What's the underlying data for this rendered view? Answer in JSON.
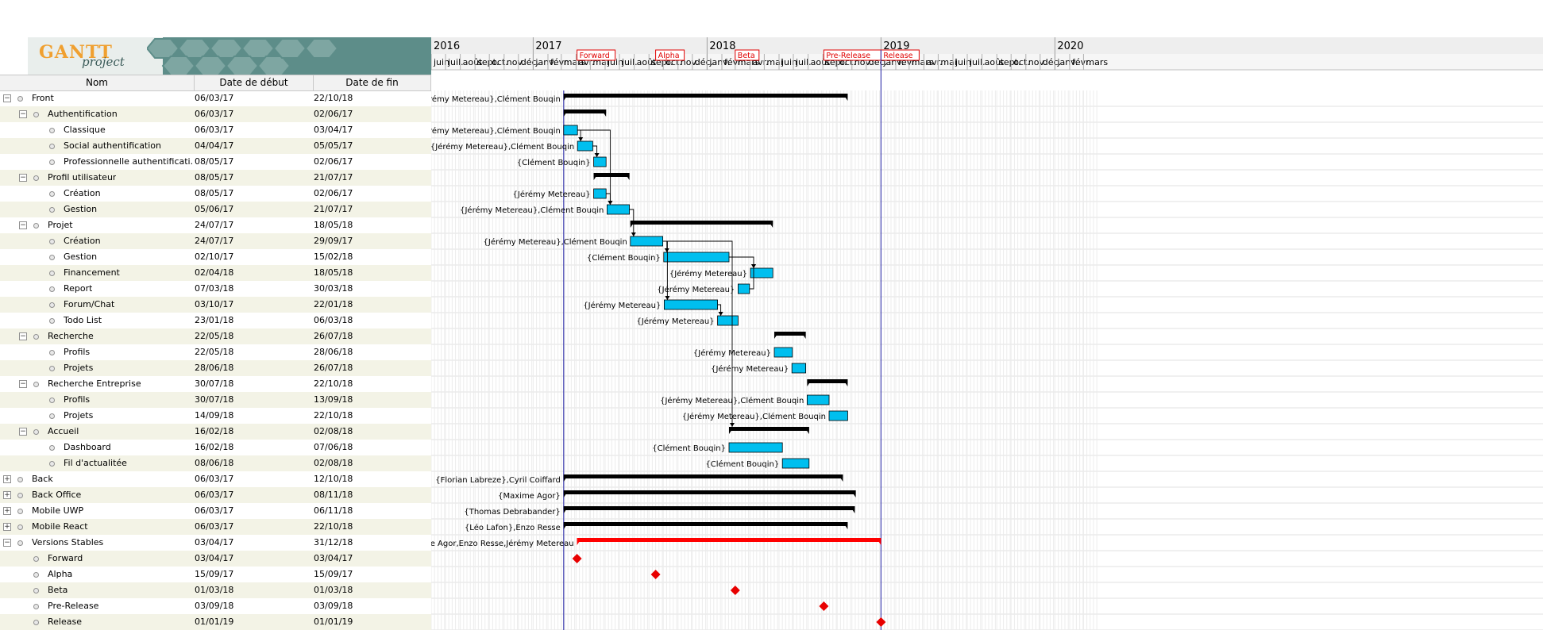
{
  "app": {
    "logo_text": "GANTT",
    "logo_sub": "project"
  },
  "columns": {
    "name": "Nom",
    "start": "Date de début",
    "end": "Date de fin"
  },
  "years": [
    "2016",
    "2017",
    "2018",
    "2019",
    "2020"
  ],
  "months": [
    "juin",
    "juil.",
    "août",
    "sept.",
    "oct.",
    "nov.",
    "déc.",
    "janv.",
    "févr.",
    "mars",
    "avr.",
    "mai",
    "juin",
    "juil.",
    "août",
    "sept.",
    "oct.",
    "nov.",
    "déc.",
    "janv.",
    "févr.",
    "mars",
    "avr.",
    "mai",
    "juin",
    "juil.",
    "août",
    "sept.",
    "oct.",
    "nov.",
    "déc.",
    "janv.",
    "févr.",
    "mars",
    "avr.",
    "mai",
    "juin",
    "juil.",
    "août",
    "sept.",
    "oct.",
    "nov.",
    "déc.",
    "janv.",
    "févr.",
    "mars"
  ],
  "milestone_labels": [
    {
      "label": "Forward",
      "date": "2017-04-03"
    },
    {
      "label": "Alpha",
      "date": "2017-09-15"
    },
    {
      "label": "Beta",
      "date": "2018-03-01"
    },
    {
      "label": "Pre-Release",
      "date": "2018-09-03"
    },
    {
      "label": "Release",
      "date": "2019-01-01"
    }
  ],
  "today": "2017-03-06",
  "colors": {
    "task": "#00bfef",
    "summary": "#000000",
    "critical": "#ff0000",
    "milestone": "#e80000",
    "today_line": "#4040b0"
  },
  "tasks": [
    {
      "level": 0,
      "toggle": "minus",
      "name": "Front",
      "start": "06/03/17",
      "end": "22/10/18",
      "kind": "summary",
      "resources": "{Jérémy Metereau},Clément Bouqin"
    },
    {
      "level": 1,
      "toggle": "minus",
      "name": "Authentification",
      "start": "06/03/17",
      "end": "02/06/17",
      "kind": "summary",
      "resources": ""
    },
    {
      "level": 2,
      "toggle": "",
      "name": "Classique",
      "start": "06/03/17",
      "end": "03/04/17",
      "kind": "task",
      "resources": "{Jérémy Metereau},Clément Bouqin"
    },
    {
      "level": 2,
      "toggle": "",
      "name": "Social authentification",
      "start": "04/04/17",
      "end": "05/05/17",
      "kind": "task",
      "resources": "{Jérémy Metereau},Clément Bouqin"
    },
    {
      "level": 2,
      "toggle": "",
      "name": "Professionnelle authentificati...",
      "start": "08/05/17",
      "end": "02/06/17",
      "kind": "task",
      "resources": "{Clément Bouqin}"
    },
    {
      "level": 1,
      "toggle": "minus",
      "name": "Profil utilisateur",
      "start": "08/05/17",
      "end": "21/07/17",
      "kind": "summary",
      "resources": ""
    },
    {
      "level": 2,
      "toggle": "",
      "name": "Création",
      "start": "08/05/17",
      "end": "02/06/17",
      "kind": "task",
      "resources": "{Jérémy Metereau}"
    },
    {
      "level": 2,
      "toggle": "",
      "name": "Gestion",
      "start": "05/06/17",
      "end": "21/07/17",
      "kind": "task",
      "resources": "{Jérémy Metereau},Clément Bouqin"
    },
    {
      "level": 1,
      "toggle": "minus",
      "name": "Projet",
      "start": "24/07/17",
      "end": "18/05/18",
      "kind": "summary",
      "resources": ""
    },
    {
      "level": 2,
      "toggle": "",
      "name": "Création",
      "start": "24/07/17",
      "end": "29/09/17",
      "kind": "task",
      "resources": "{Jérémy Metereau},Clément Bouqin"
    },
    {
      "level": 2,
      "toggle": "",
      "name": "Gestion",
      "start": "02/10/17",
      "end": "15/02/18",
      "kind": "task",
      "resources": "{Clément Bouqin}"
    },
    {
      "level": 2,
      "toggle": "",
      "name": "Financement",
      "start": "02/04/18",
      "end": "18/05/18",
      "kind": "task",
      "resources": "{Jérémy Metereau}"
    },
    {
      "level": 2,
      "toggle": "",
      "name": "Report",
      "start": "07/03/18",
      "end": "30/03/18",
      "kind": "task",
      "resources": "{Jérémy Metereau}"
    },
    {
      "level": 2,
      "toggle": "",
      "name": "Forum/Chat",
      "start": "03/10/17",
      "end": "22/01/18",
      "kind": "task",
      "resources": "{Jérémy Metereau}"
    },
    {
      "level": 2,
      "toggle": "",
      "name": "Todo List",
      "start": "23/01/18",
      "end": "06/03/18",
      "kind": "task",
      "resources": "{Jérémy Metereau}"
    },
    {
      "level": 1,
      "toggle": "minus",
      "name": "Recherche",
      "start": "22/05/18",
      "end": "26/07/18",
      "kind": "summary",
      "resources": ""
    },
    {
      "level": 2,
      "toggle": "",
      "name": "Profils",
      "start": "22/05/18",
      "end": "28/06/18",
      "kind": "task",
      "resources": "{Jérémy Metereau}"
    },
    {
      "level": 2,
      "toggle": "",
      "name": "Projets",
      "start": "28/06/18",
      "end": "26/07/18",
      "kind": "task",
      "resources": "{Jérémy Metereau}"
    },
    {
      "level": 1,
      "toggle": "minus",
      "name": "Recherche Entreprise",
      "start": "30/07/18",
      "end": "22/10/18",
      "kind": "summary",
      "resources": ""
    },
    {
      "level": 2,
      "toggle": "",
      "name": "Profils",
      "start": "30/07/18",
      "end": "13/09/18",
      "kind": "task",
      "resources": "{Jérémy Metereau},Clément Bouqin"
    },
    {
      "level": 2,
      "toggle": "",
      "name": "Projets",
      "start": "14/09/18",
      "end": "22/10/18",
      "kind": "task",
      "resources": "{Jérémy Metereau},Clément Bouqin"
    },
    {
      "level": 1,
      "toggle": "minus",
      "name": "Accueil",
      "start": "16/02/18",
      "end": "02/08/18",
      "kind": "summary",
      "resources": ""
    },
    {
      "level": 2,
      "toggle": "",
      "name": "Dashboard",
      "start": "16/02/18",
      "end": "07/06/18",
      "kind": "task",
      "resources": "{Clément Bouqin}"
    },
    {
      "level": 2,
      "toggle": "",
      "name": "Fil d'actualitée",
      "start": "08/06/18",
      "end": "02/08/18",
      "kind": "task",
      "resources": "{Clément Bouqin}"
    },
    {
      "level": 0,
      "toggle": "plus",
      "name": "Back",
      "start": "06/03/17",
      "end": "12/10/18",
      "kind": "summary",
      "resources": "{Florian Labreze},Cyril Coiffard"
    },
    {
      "level": 0,
      "toggle": "plus",
      "name": "Back Office",
      "start": "06/03/17",
      "end": "08/11/18",
      "kind": "summary",
      "resources": "{Maxime Agor}"
    },
    {
      "level": 0,
      "toggle": "plus",
      "name": "Mobile UWP",
      "start": "06/03/17",
      "end": "06/11/18",
      "kind": "summary",
      "resources": "{Thomas Debrabander}"
    },
    {
      "level": 0,
      "toggle": "plus",
      "name": "Mobile React",
      "start": "06/03/17",
      "end": "22/10/18",
      "kind": "summary",
      "resources": "{Léo Lafon},Enzo Resse"
    },
    {
      "level": 0,
      "toggle": "minus",
      "name": "Versions Stables",
      "start": "03/04/17",
      "end": "31/12/18",
      "kind": "critical",
      "resources": "homas Debrabander,Maxime Agor,Enzo Resse,Jérémy Metereau"
    },
    {
      "level": 1,
      "toggle": "",
      "name": "Forward",
      "start": "03/04/17",
      "end": "03/04/17",
      "kind": "milestone",
      "resources": ""
    },
    {
      "level": 1,
      "toggle": "",
      "name": "Alpha",
      "start": "15/09/17",
      "end": "15/09/17",
      "kind": "milestone",
      "resources": ""
    },
    {
      "level": 1,
      "toggle": "",
      "name": "Beta",
      "start": "01/03/18",
      "end": "01/03/18",
      "kind": "milestone",
      "resources": ""
    },
    {
      "level": 1,
      "toggle": "",
      "name": "Pre-Release",
      "start": "03/09/18",
      "end": "03/09/18",
      "kind": "milestone",
      "resources": ""
    },
    {
      "level": 1,
      "toggle": "",
      "name": "Release",
      "start": "01/01/19",
      "end": "01/01/19",
      "kind": "milestone",
      "resources": ""
    }
  ],
  "dependencies": [
    [
      2,
      3
    ],
    [
      3,
      4
    ],
    [
      2,
      7
    ],
    [
      6,
      7
    ],
    [
      7,
      9
    ],
    [
      9,
      10
    ],
    [
      9,
      13
    ],
    [
      10,
      11
    ],
    [
      13,
      14
    ],
    [
      12,
      11
    ],
    [
      9,
      21
    ]
  ]
}
